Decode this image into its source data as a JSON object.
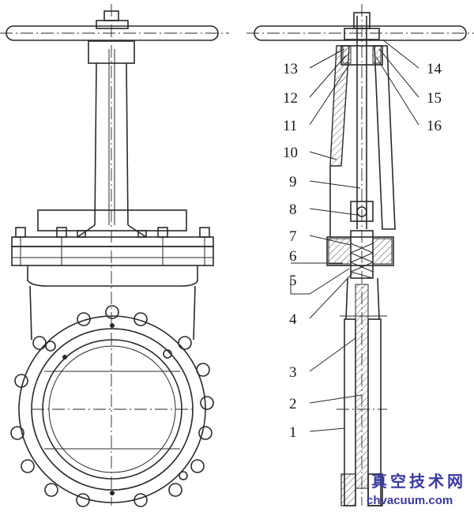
{
  "callouts": [
    "1",
    "2",
    "3",
    "4",
    "5",
    "6",
    "7",
    "8",
    "9",
    "10",
    "11",
    "12",
    "13",
    "14",
    "15",
    "16"
  ],
  "watermark": {
    "text_cn": "真空技术网",
    "url": "chvacuum.com"
  }
}
